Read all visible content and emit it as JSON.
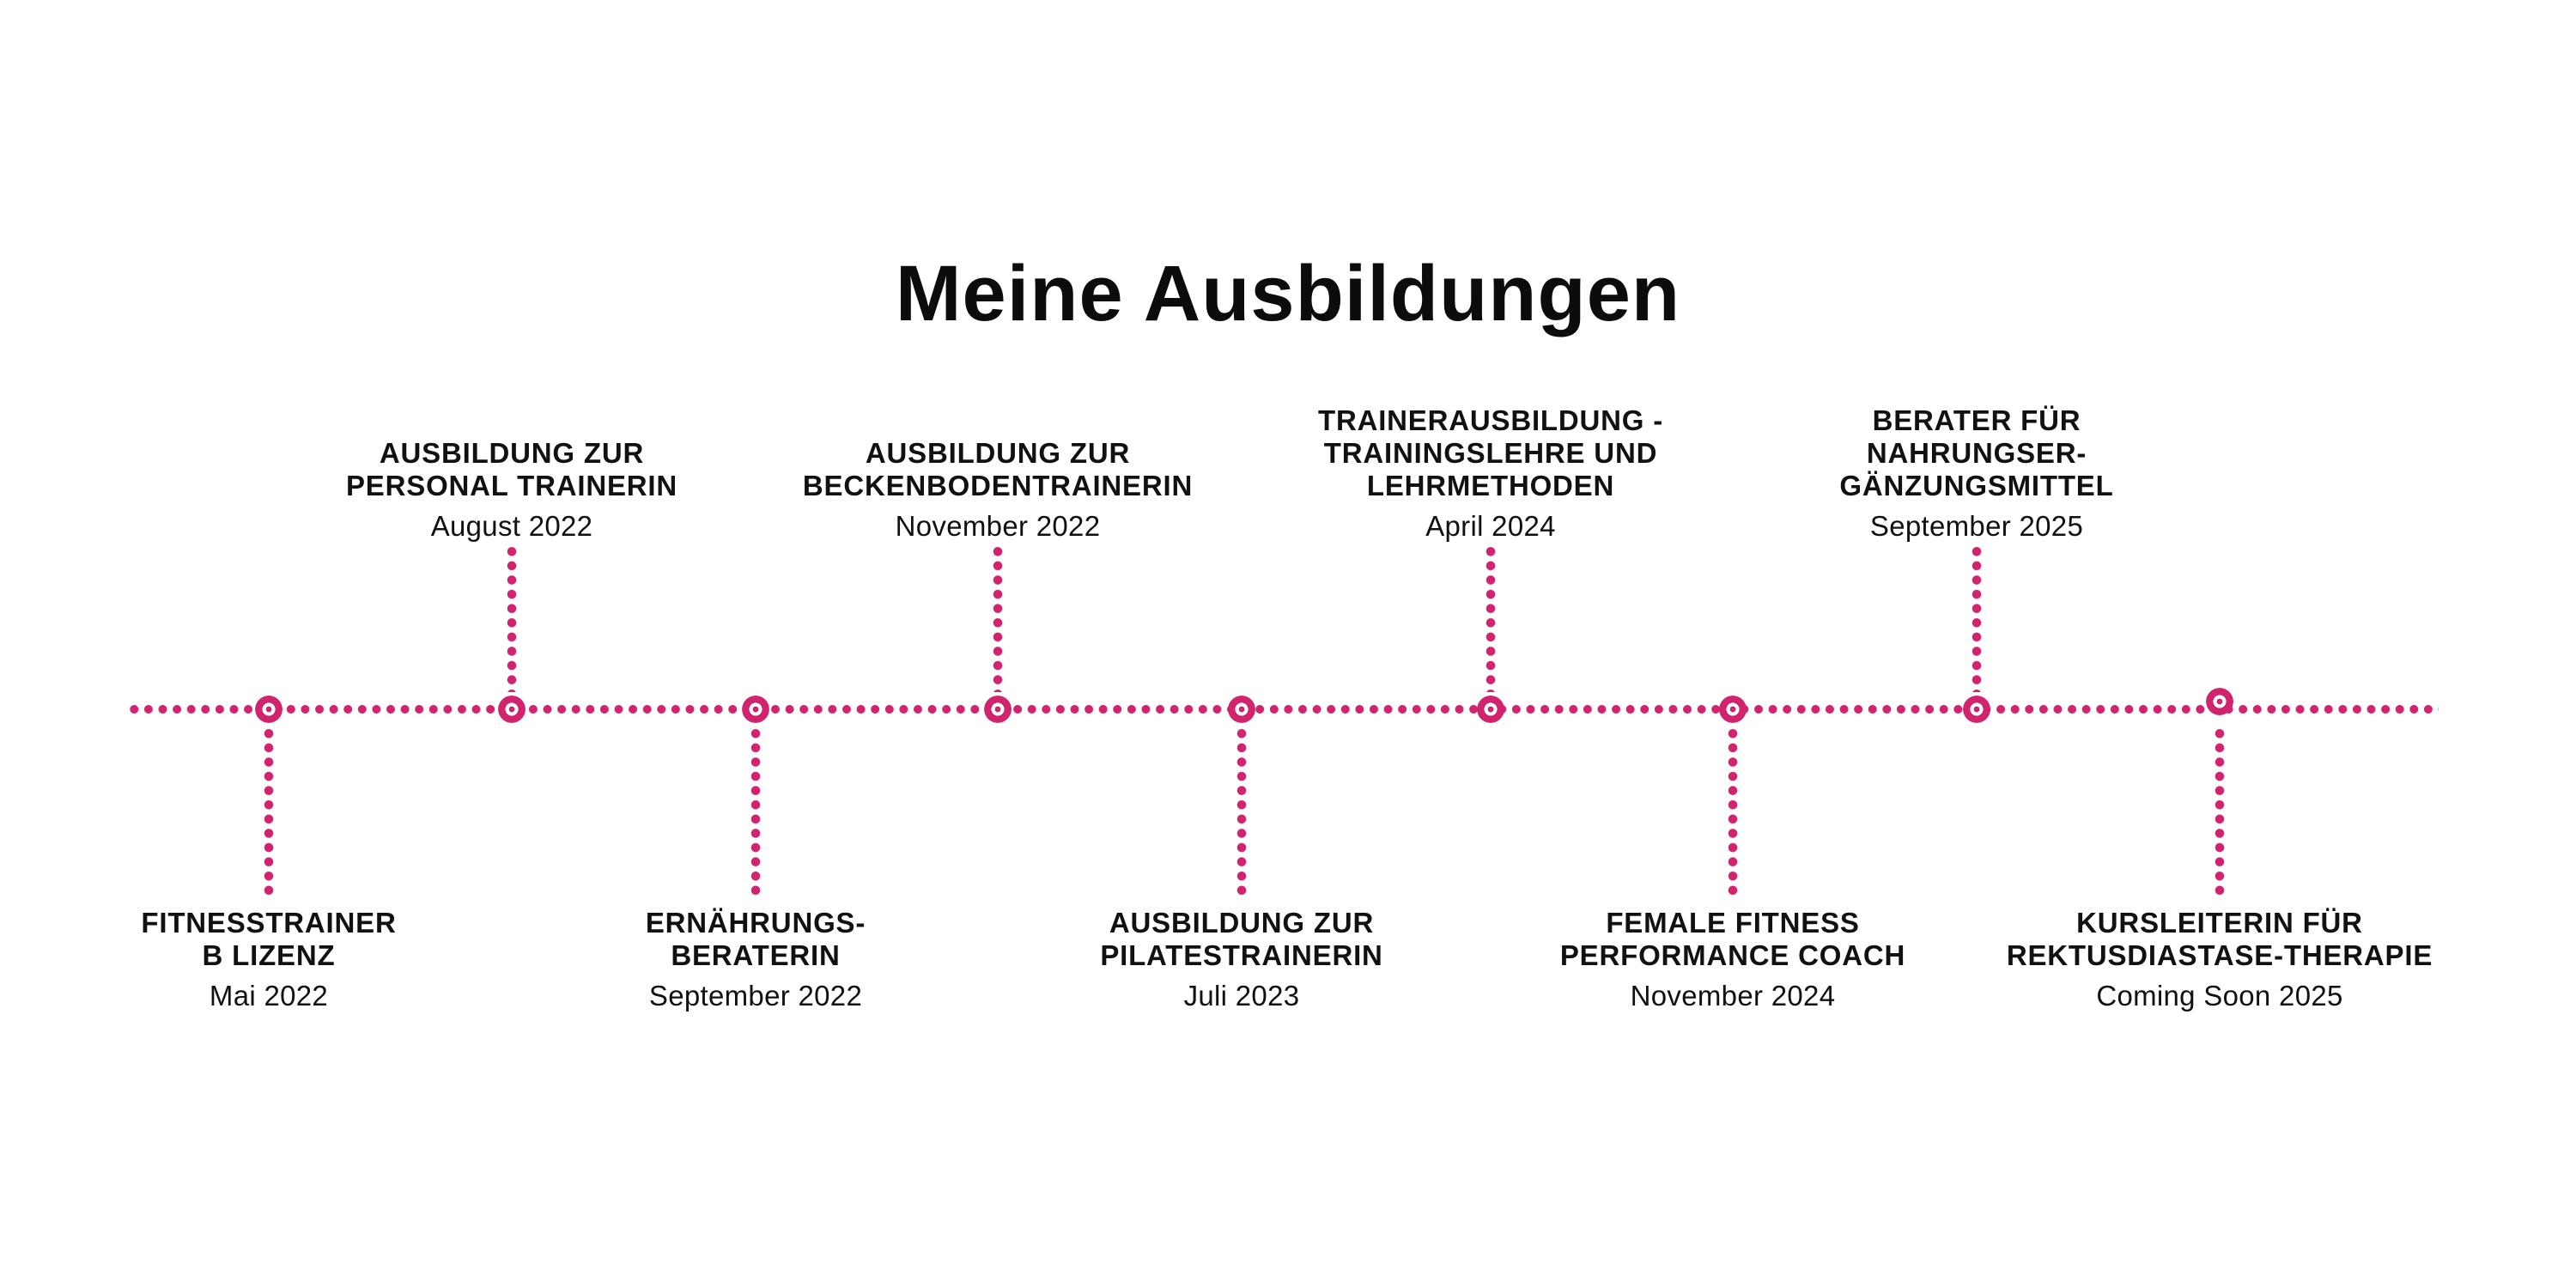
{
  "colors": {
    "accent_pink": "#d2246e",
    "text": "#111111",
    "background": "#ffffff"
  },
  "title": "Meine Ausbildungen",
  "timeline": {
    "direction": "horizontal",
    "events": [
      {
        "title": "FITNESSTRAINER\nB LIZENZ",
        "date": "Mai 2022",
        "side": "bottom"
      },
      {
        "title": "AUSBILDUNG ZUR\nPERSONAL TRAINERIN",
        "date": "August 2022",
        "side": "top"
      },
      {
        "title": "ERNÄHRUNGS-\nBERATERIN",
        "date": "September 2022",
        "side": "bottom"
      },
      {
        "title": "AUSBILDUNG ZUR\nBECKENBODENTRAINERIN",
        "date": "November 2022",
        "side": "top"
      },
      {
        "title": "AUSBILDUNG ZUR\nPILATESTRAINERIN",
        "date": "Juli 2023",
        "side": "bottom"
      },
      {
        "title": "TRAINERAUSBILDUNG -\nTRAININGSLEHRE UND\nLEHRMETHODEN",
        "date": "April 2024",
        "side": "top"
      },
      {
        "title": "FEMALE FITNESS\nPERFORMANCE COACH",
        "date": "November 2024",
        "side": "bottom"
      },
      {
        "title": "BERATER FÜR\nNAHRUNGSER-\nGÄNZUNGSMITTEL",
        "date": "September 2025",
        "side": "top"
      },
      {
        "title": "KURSLEITERIN FÜR\nREKTUSDIASTASE-THERAPIE",
        "date": "Coming Soon 2025",
        "side": "bottom"
      }
    ]
  }
}
